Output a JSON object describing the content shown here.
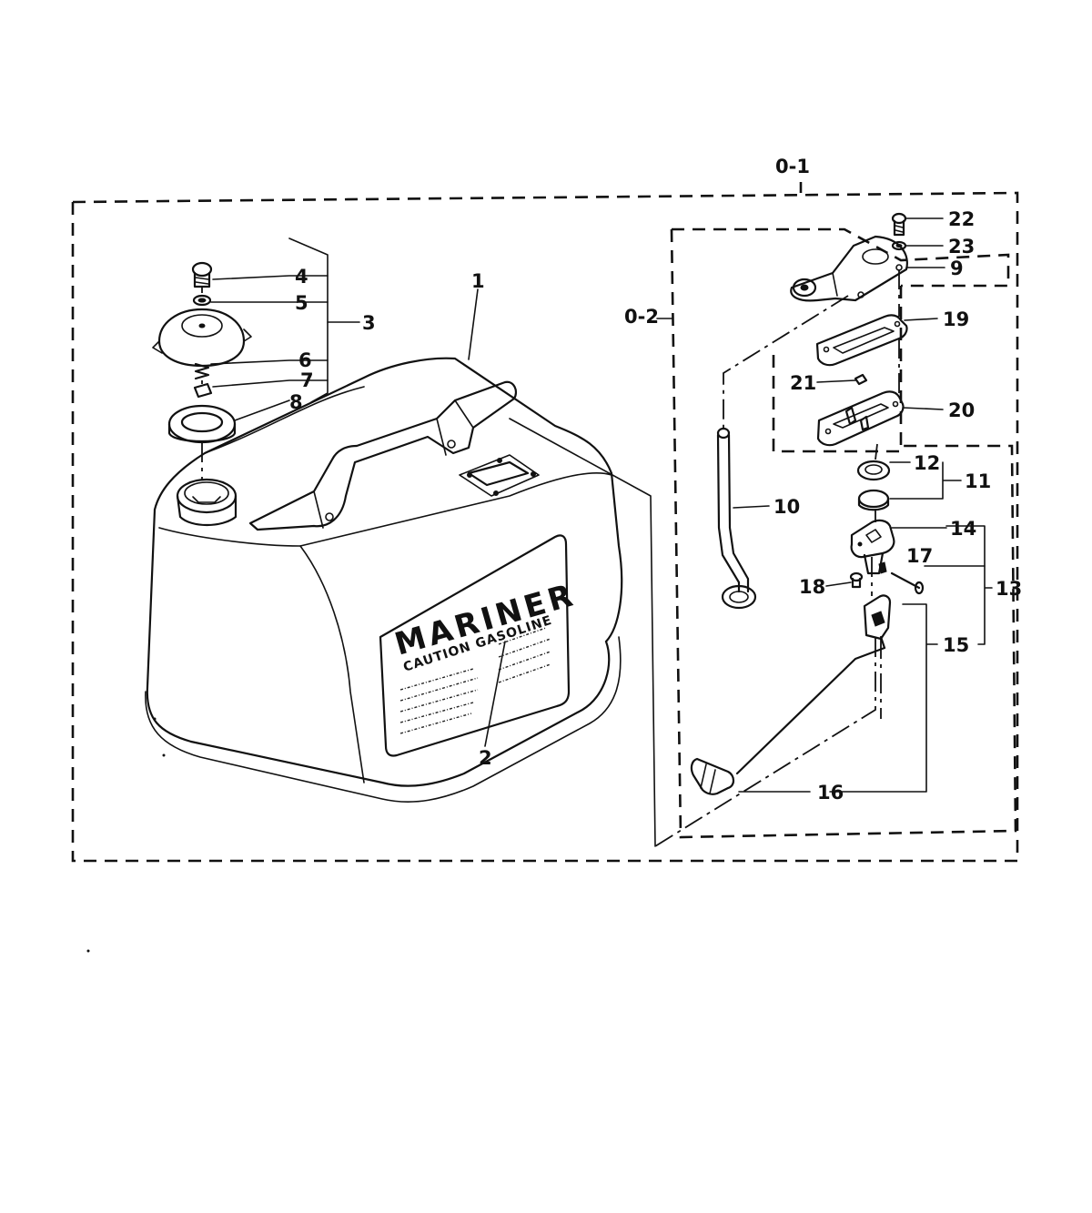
{
  "diagram": {
    "groups": {
      "outer": "0-1",
      "inner": "0-2"
    },
    "decal": {
      "brand": "MARINER",
      "caution": "CAUTION GASOLINE"
    },
    "callouts": [
      {
        "id": "c1",
        "label": "1"
      },
      {
        "id": "c2",
        "label": "2"
      },
      {
        "id": "c3",
        "label": "3"
      },
      {
        "id": "c4",
        "label": "4"
      },
      {
        "id": "c5",
        "label": "5"
      },
      {
        "id": "c6",
        "label": "6"
      },
      {
        "id": "c7",
        "label": "7"
      },
      {
        "id": "c8",
        "label": "8"
      },
      {
        "id": "c9",
        "label": "9"
      },
      {
        "id": "c10",
        "label": "10"
      },
      {
        "id": "c11",
        "label": "11"
      },
      {
        "id": "c12",
        "label": "12"
      },
      {
        "id": "c13",
        "label": "13"
      },
      {
        "id": "c14",
        "label": "14"
      },
      {
        "id": "c15",
        "label": "15"
      },
      {
        "id": "c16",
        "label": "16"
      },
      {
        "id": "c17",
        "label": "17"
      },
      {
        "id": "c18",
        "label": "18"
      },
      {
        "id": "c19",
        "label": "19"
      },
      {
        "id": "c20",
        "label": "20"
      },
      {
        "id": "c21",
        "label": "21"
      },
      {
        "id": "c22",
        "label": "22"
      },
      {
        "id": "c23",
        "label": "23"
      }
    ]
  }
}
